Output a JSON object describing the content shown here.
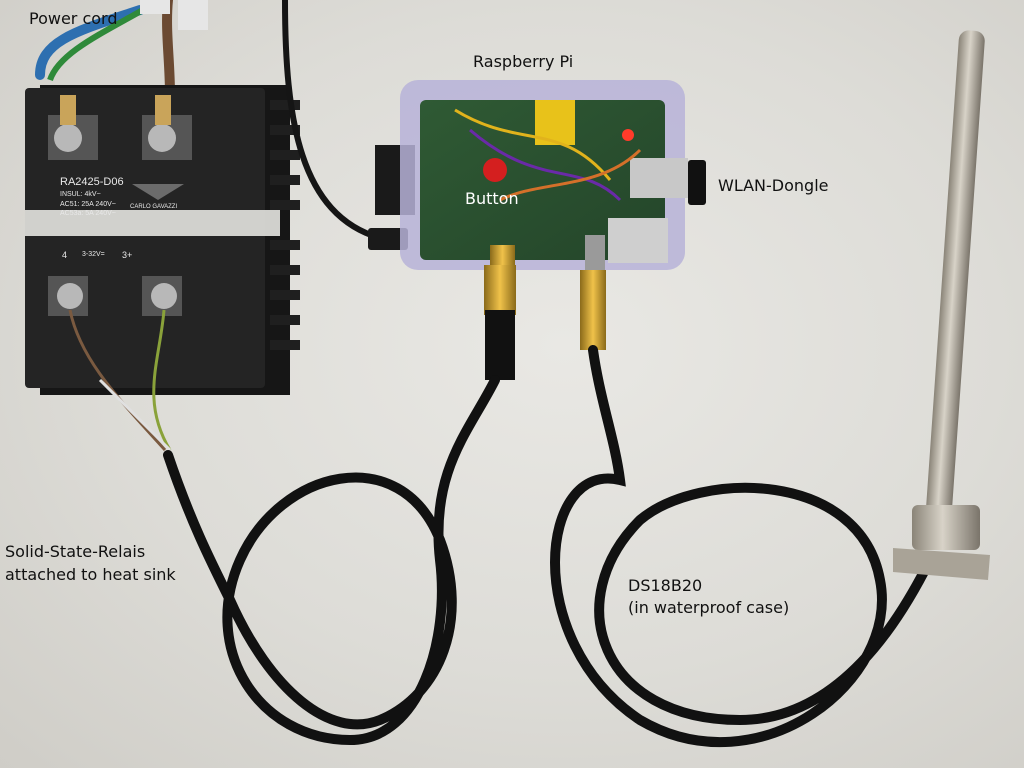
{
  "labels": {
    "power_cord": "Power cord",
    "raspberry_pi": "Raspberry Pi",
    "button": "Button",
    "wlan_dongle": "WLAN-Dongle",
    "relay_line1": "Solid-State-Relais",
    "relay_line2": "attached to heat sink",
    "sensor_line1": "DS18B20",
    "sensor_line2": "(in waterproof case)"
  },
  "relay_markings": {
    "model": "RA2425-D06",
    "insul": "INSUL: 4kV~",
    "ac51": "AC51:  25A 240V~",
    "ac53": "AC53a:  5A 240V~",
    "brand": "CARLO GAVAZZI",
    "control": "3-32V=",
    "pin4": "4",
    "pin3": "3+"
  }
}
